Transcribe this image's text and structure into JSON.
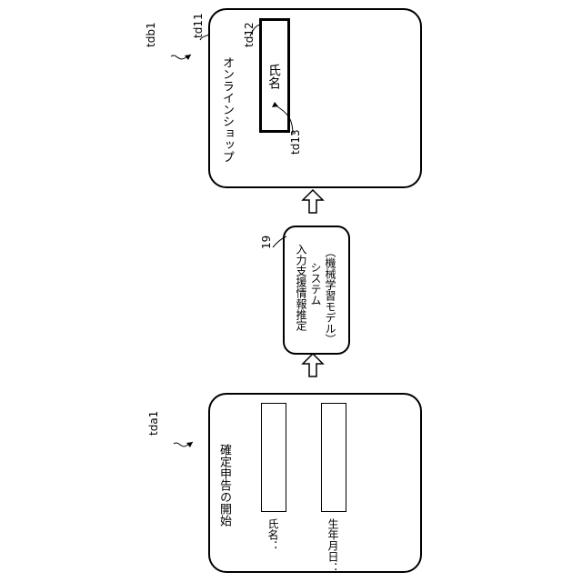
{
  "screens": {
    "top": {
      "ref": "tdb1",
      "screen_ref": "td11",
      "title": "オンラインショップ",
      "field_ref": "td12",
      "field_text": "氏名",
      "cursor_ref": "td13"
    },
    "system": {
      "ref": "19",
      "lines": [
        "入力支援情報推定",
        "システム",
        "（機械学習モデル）"
      ]
    },
    "bottom": {
      "ref": "tda1",
      "title": "確定申告の開始",
      "fields": [
        {
          "label": "氏名："
        },
        {
          "label": "生年月日："
        }
      ]
    }
  }
}
